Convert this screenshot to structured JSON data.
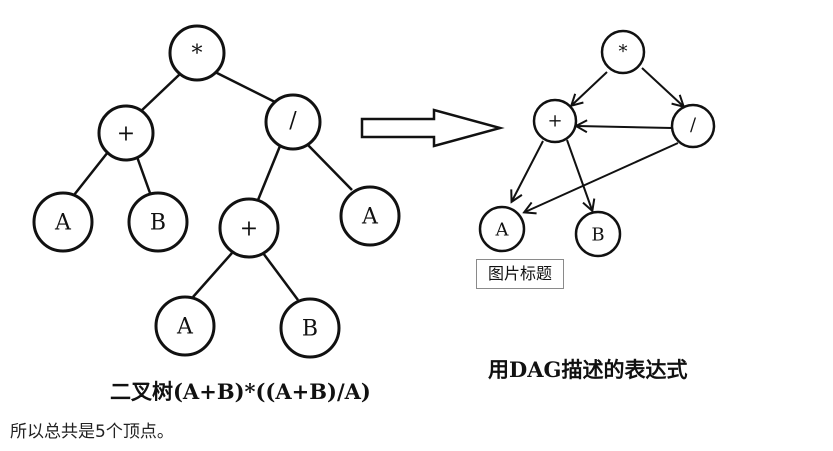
{
  "tree": {
    "nodes": [
      {
        "id": "t_root",
        "label": "*"
      },
      {
        "id": "t_plus1",
        "label": "+"
      },
      {
        "id": "t_div",
        "label": "/"
      },
      {
        "id": "t_a1",
        "label": "A"
      },
      {
        "id": "t_b1",
        "label": "B"
      },
      {
        "id": "t_plus2",
        "label": "+"
      },
      {
        "id": "t_a2",
        "label": "A"
      },
      {
        "id": "t_a3",
        "label": "A"
      },
      {
        "id": "t_b2",
        "label": "B"
      }
    ],
    "caption": "二叉树(A+B)*((A+B)/A)"
  },
  "dag": {
    "nodes": [
      {
        "id": "d_mul",
        "label": "*"
      },
      {
        "id": "d_plus",
        "label": "+"
      },
      {
        "id": "d_div",
        "label": "/"
      },
      {
        "id": "d_a",
        "label": "A"
      },
      {
        "id": "d_b",
        "label": "B"
      }
    ],
    "caption": "用DAG描述的表达式"
  },
  "image_caption": "图片标题",
  "footer": "所以总共是5个顶点。"
}
